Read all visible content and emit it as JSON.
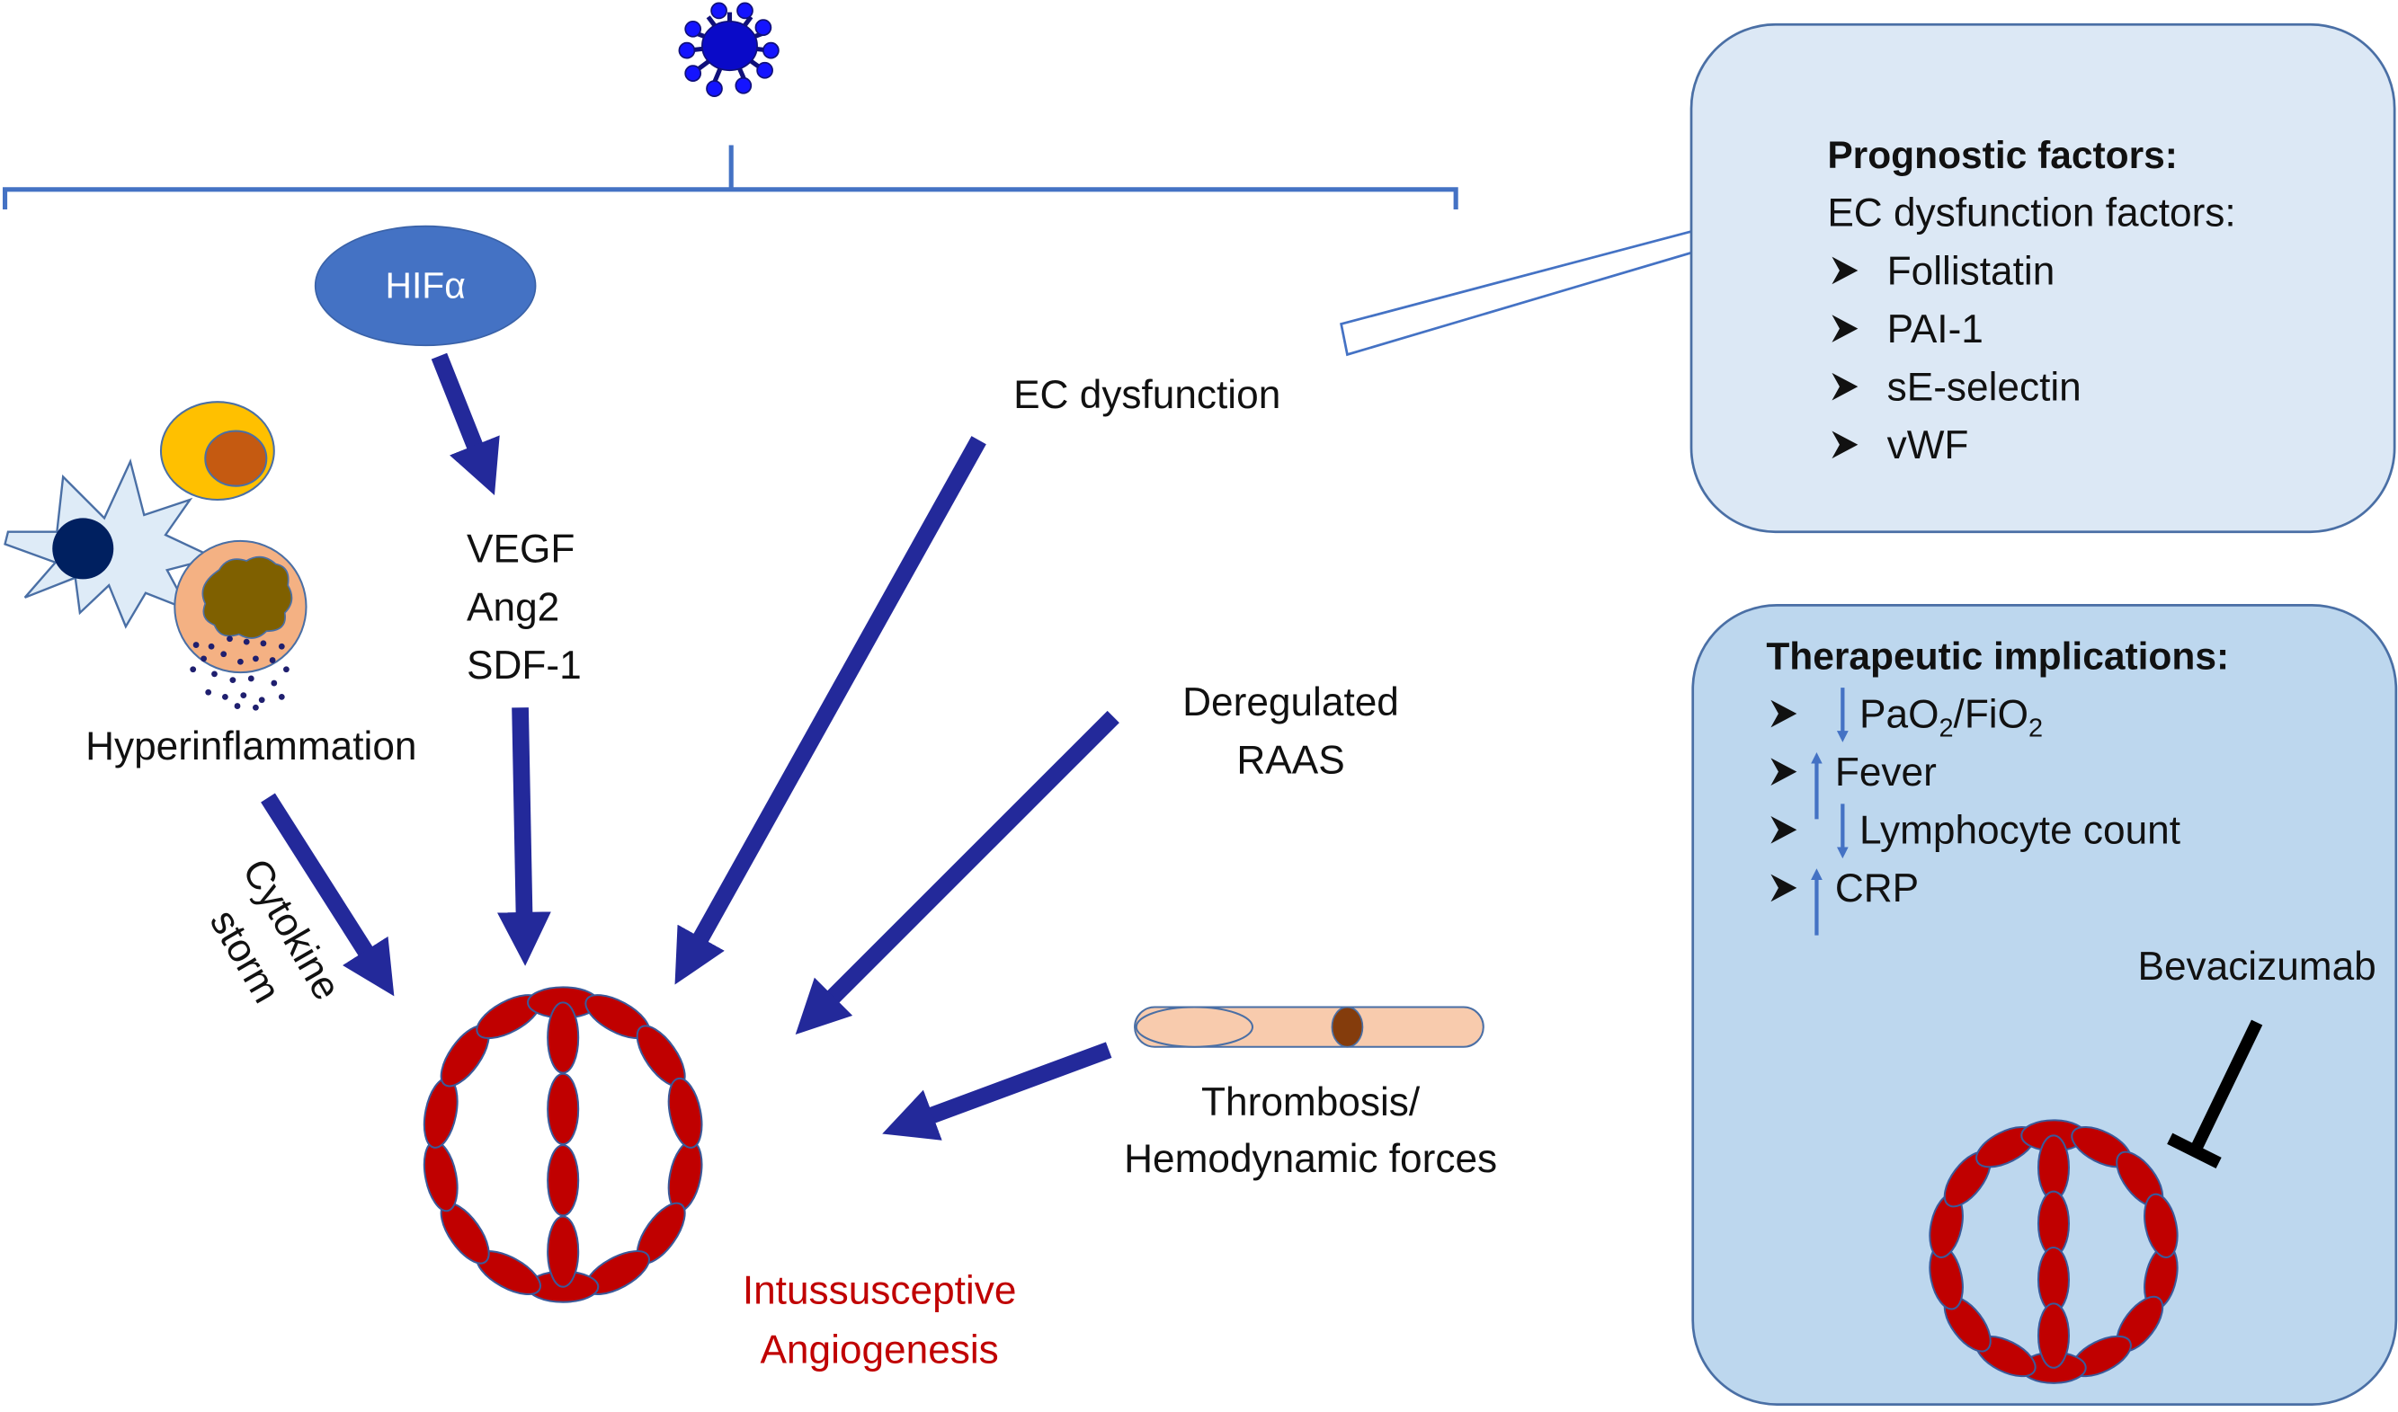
{
  "figure": {
    "virus_icon": "coronavirus-icon",
    "hif_label": "HIFα",
    "growth_factors": [
      "VEGF",
      "Ang2",
      "SDF-1"
    ],
    "hyperinflammation_label": "Hyperinflammation",
    "cytokine_storm_label": [
      "Cytokine",
      "storm"
    ],
    "ec_dysfunction_label": "EC dysfunction",
    "raas_label": [
      "Deregulated",
      "RAAS"
    ],
    "thrombosis_label": [
      "Thrombosis/",
      "Hemodynamic forces"
    ],
    "outcome_label": [
      "Intussusceptive",
      "Angiogenesis"
    ],
    "colors": {
      "arrow": "#23299a",
      "bracket": "#4472c4",
      "hif_fill": "#4472c4",
      "vessel_cell": "#c00000",
      "outcome_text": "#c00000",
      "prognostic_box_fill": "#dce8f5",
      "therapeutic_box_fill": "#bdd7ee",
      "box_border": "#4a6fa5"
    }
  },
  "prognostic_box": {
    "title": "Prognostic factors:",
    "subtitle": "EC dysfunction factors:",
    "bullet_icon": "arrowhead-bullet-icon",
    "items": [
      "Follistatin",
      "PAI-1",
      "sE-selectin",
      "vWF"
    ]
  },
  "therapeutic_box": {
    "title": "Therapeutic implications:",
    "items": [
      {
        "direction": "down",
        "label": "PaO",
        "sub1": "2",
        "mid": "/FiO",
        "sub2": "2"
      },
      {
        "direction": "up",
        "label": "Fever"
      },
      {
        "direction": "down",
        "label": "Lymphocyte count"
      },
      {
        "direction": "up",
        "label": "CRP"
      }
    ],
    "drug_label": "Bevacizumab",
    "inhibition_icon": "inhibition-t-bar-icon"
  }
}
